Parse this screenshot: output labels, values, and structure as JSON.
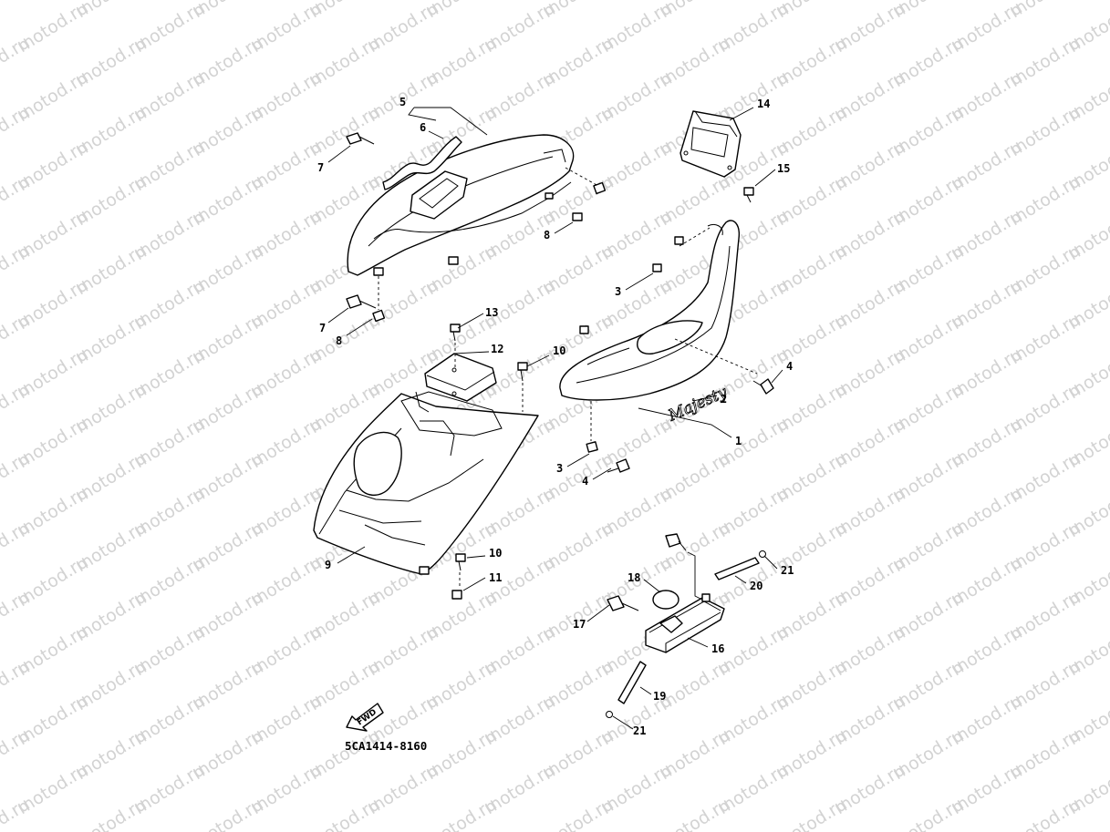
{
  "watermark": "motod.ru",
  "diagram_code": "5CA1414-8160",
  "fwd_label": "FWD",
  "emblem_text": "Majesty",
  "labels": [
    {
      "id": "5",
      "text": "5"
    },
    {
      "id": "6",
      "text": "6"
    },
    {
      "id": "7a",
      "text": "7"
    },
    {
      "id": "7b",
      "text": "7"
    },
    {
      "id": "8a",
      "text": "8"
    },
    {
      "id": "8b",
      "text": "8"
    },
    {
      "id": "14",
      "text": "14"
    },
    {
      "id": "15",
      "text": "15"
    },
    {
      "id": "3a",
      "text": "3"
    },
    {
      "id": "3b",
      "text": "3"
    },
    {
      "id": "4a",
      "text": "4"
    },
    {
      "id": "4b",
      "text": "4"
    },
    {
      "id": "2",
      "text": "2"
    },
    {
      "id": "1",
      "text": "1"
    },
    {
      "id": "13",
      "text": "13"
    },
    {
      "id": "12",
      "text": "12"
    },
    {
      "id": "10a",
      "text": "10"
    },
    {
      "id": "10b",
      "text": "10"
    },
    {
      "id": "11",
      "text": "11"
    },
    {
      "id": "9",
      "text": "9"
    },
    {
      "id": "18",
      "text": "18"
    },
    {
      "id": "17",
      "text": "17"
    },
    {
      "id": "16",
      "text": "16"
    },
    {
      "id": "20",
      "text": "20"
    },
    {
      "id": "21a",
      "text": "21"
    },
    {
      "id": "21b",
      "text": "21"
    },
    {
      "id": "19",
      "text": "19"
    }
  ]
}
